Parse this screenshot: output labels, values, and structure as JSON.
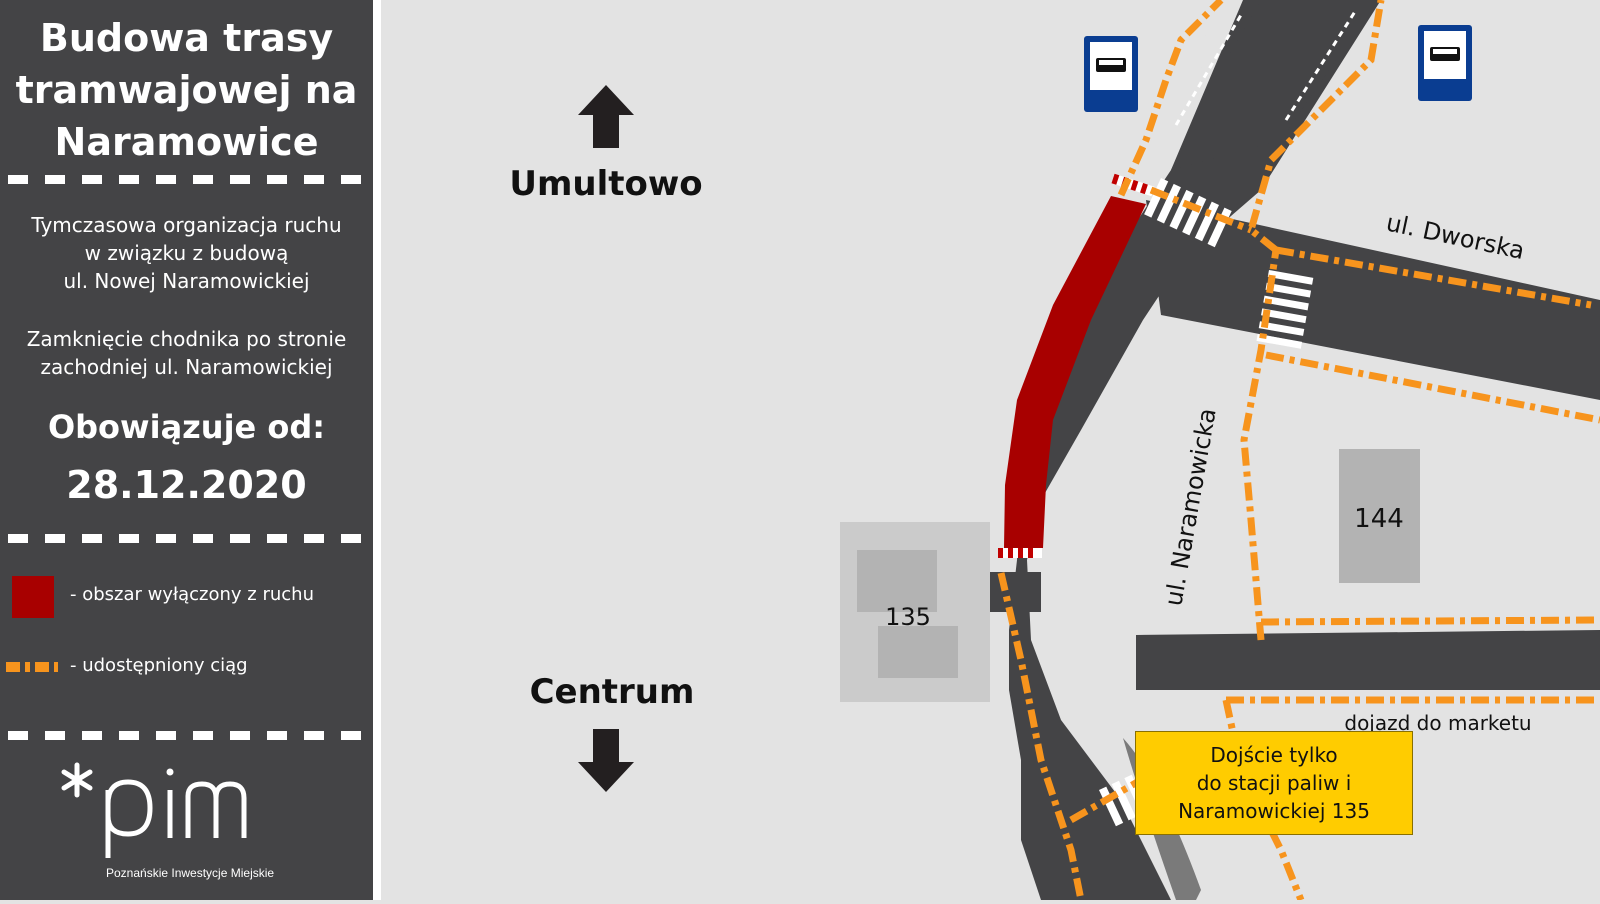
{
  "sidebar": {
    "title": "Budowa  trasy\ntramwajowej na\nNaramowice",
    "subtitle": "Tymczasowa organizacja ruchu\nw związku z budową\nul. Nowej Naramowickiej",
    "closure": "Zamknięcie chodnika po stronie\nzachodniej ul. Naramowickiej",
    "effective_label": "Obowiązuje od:",
    "effective_date": "28.12.2020",
    "legend": [
      {
        "label": "- obszar wyłączony z ruchu",
        "color": "#a80000",
        "icon": "red-area-swatch"
      },
      {
        "label": "- udostępniony ciąg",
        "color": "#f7941d",
        "icon": "orange-dash-swatch"
      }
    ],
    "logo": {
      "text": "*pim",
      "caption": "Poznańskie Inwestycje Miejskie"
    }
  },
  "map": {
    "directions": {
      "north": "Umultowo",
      "south": "Centrum"
    },
    "streets": {
      "main": "ul. Naramowicka",
      "side": "ul. Dworska",
      "market": "dojazd do marketu"
    },
    "buildings": [
      "135",
      "144"
    ],
    "note": "Dojście tylko\ndo stacji paliw i\nNaramowickiej 135",
    "icons": [
      "bus-stop-icon",
      "bus-stop-icon",
      "arrow-up-icon",
      "arrow-down-icon"
    ],
    "colors": {
      "road": "#444446",
      "closed": "#a80000",
      "path": "#f7941d",
      "building": "#b3b3b3",
      "note_bg": "#ffcc00"
    }
  }
}
